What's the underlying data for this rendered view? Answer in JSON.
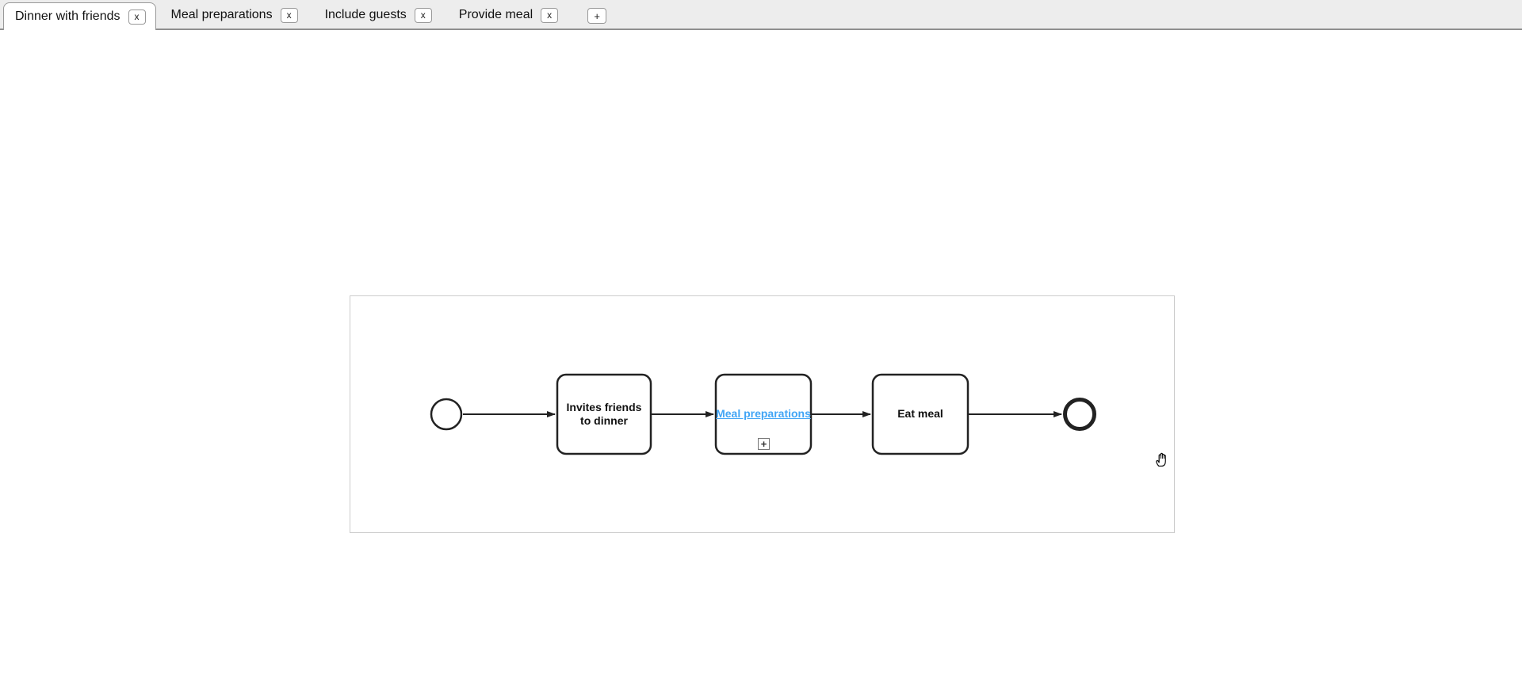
{
  "tab_bar": {
    "tabs": [
      {
        "label": "Dinner with friends",
        "close_label": "x",
        "active": true
      },
      {
        "label": "Meal preparations",
        "close_label": "x",
        "active": false
      },
      {
        "label": "Include guests",
        "close_label": "x",
        "active": false
      },
      {
        "label": "Provide meal",
        "close_label": "x",
        "active": false
      }
    ],
    "add_tab_label": "+"
  },
  "canvas": {
    "nodes": [
      {
        "type": "start-event",
        "shape": "thin-circle"
      },
      {
        "type": "task",
        "label": "Invites friends\nto dinner"
      },
      {
        "type": "collapsed-subprocess",
        "label": "Meal preparations",
        "expand_marker": "+"
      },
      {
        "type": "task",
        "label": "Eat meal"
      },
      {
        "type": "end-event",
        "shape": "thick-circle"
      }
    ],
    "flows": [
      "start-event → Invites friends to dinner",
      "Invites friends to dinner → Meal preparations",
      "Meal preparations → Eat meal",
      "Eat meal → end-event"
    ],
    "cursor": "grab-hand-icon",
    "colors": {
      "subprocess_link": "#42a5f5",
      "shape_stroke": "#222222",
      "canvas_border": "#cccccc",
      "tab_bar_bg": "#ededed",
      "tab_bar_underline": "#8f8f8f"
    }
  }
}
